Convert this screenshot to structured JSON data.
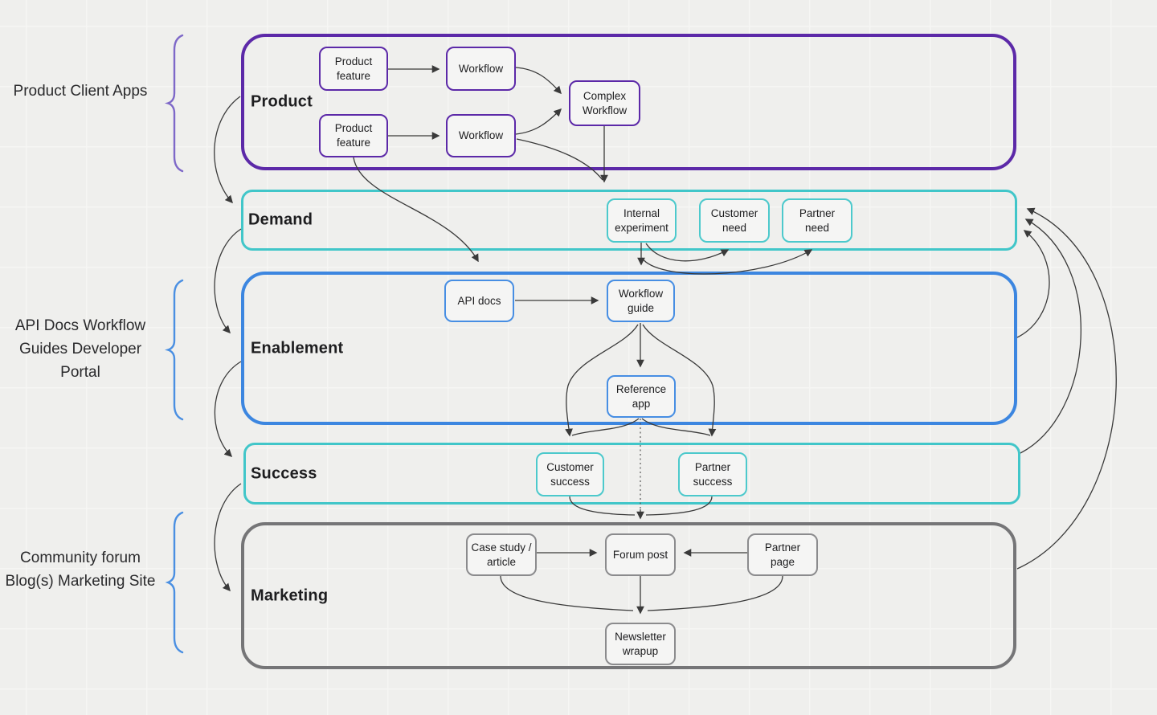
{
  "diagram": {
    "side_labels": {
      "product_client_apps": {
        "lines": [
          "Product",
          "Client Apps"
        ]
      },
      "api_docs_portal": {
        "lines": [
          "API Docs",
          "Workflow Guides",
          "Developer Portal"
        ]
      },
      "community_marketing": {
        "lines": [
          "Community forum",
          "Blog(s)",
          "Marketing Site"
        ]
      }
    },
    "containers": {
      "product": {
        "title": "Product"
      },
      "demand": {
        "title": "Demand"
      },
      "enablement": {
        "title": "Enablement"
      },
      "success": {
        "title": "Success"
      },
      "marketing": {
        "title": "Marketing"
      }
    },
    "nodes": {
      "product_feature_1": {
        "lines": [
          "Product",
          "feature"
        ]
      },
      "workflow_1": {
        "lines": [
          "Workflow"
        ]
      },
      "product_feature_2": {
        "lines": [
          "Product",
          "feature"
        ]
      },
      "workflow_2": {
        "lines": [
          "Workflow"
        ]
      },
      "complex_workflow": {
        "lines": [
          "Complex",
          "Workflow"
        ]
      },
      "internal_experiment": {
        "lines": [
          "Internal",
          "experiment"
        ]
      },
      "customer_need": {
        "lines": [
          "Customer",
          "need"
        ]
      },
      "partner_need": {
        "lines": [
          "Partner",
          "need"
        ]
      },
      "api_docs": {
        "lines": [
          "API docs"
        ]
      },
      "workflow_guide": {
        "lines": [
          "Workflow",
          "guide"
        ]
      },
      "reference_app": {
        "lines": [
          "Reference",
          "app"
        ]
      },
      "customer_success": {
        "lines": [
          "Customer",
          "success"
        ]
      },
      "partner_success": {
        "lines": [
          "Partner",
          "success"
        ]
      },
      "case_study_article": {
        "lines": [
          "Case study /",
          "article"
        ]
      },
      "forum_post": {
        "lines": [
          "Forum post"
        ]
      },
      "partner_page": {
        "lines": [
          "Partner",
          "page"
        ]
      },
      "newsletter_wrapup": {
        "lines": [
          "Newsletter",
          "wrapup"
        ]
      }
    },
    "colors": {
      "product_purple": "#5c29a8",
      "demand_success_teal": "#41c6c9",
      "enablement_blue": "#3c86e0",
      "marketing_gray": "#757577",
      "edge_line": "#3a3a3a",
      "brace_purple": "#7e68c8",
      "brace_blue": "#4a8fe2",
      "background": "#efefed",
      "node_fill": "#f5f5f4"
    }
  }
}
